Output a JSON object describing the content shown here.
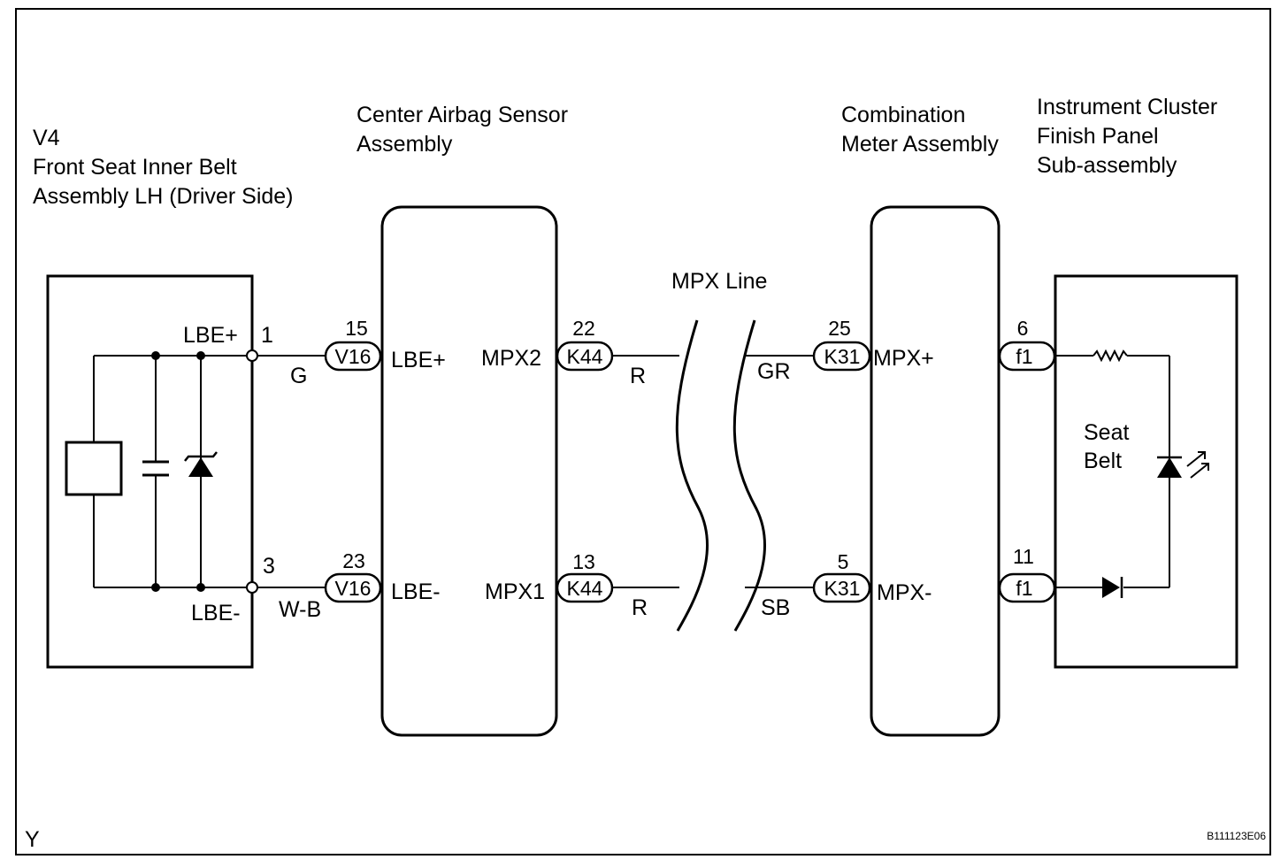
{
  "diagram_id": "B111123E06",
  "corner_mark": "Y",
  "components": {
    "seat_belt_assy": {
      "title": [
        "V4",
        "Front Seat Inner Belt",
        "Assembly LH (Driver Side)"
      ]
    },
    "airbag_sensor": {
      "title": [
        "Center Airbag Sensor",
        "Assembly"
      ]
    },
    "combo_meter": {
      "title": [
        "Combination",
        "Meter Assembly"
      ]
    },
    "finish_panel": {
      "title": [
        "Instrument Cluster",
        "Finish Panel",
        "Sub-assembly"
      ]
    }
  },
  "seat_belt_terminals": {
    "top": "LBE+",
    "top_pin": "1",
    "bottom": "LBE-",
    "bottom_pin": "3"
  },
  "mpx_line_label": "MPX Line",
  "connectors": {
    "v16_top": {
      "id": "V16",
      "pin": "15"
    },
    "v16_bottom": {
      "id": "V16",
      "pin": "23"
    },
    "k44_top": {
      "id": "K44",
      "pin": "22"
    },
    "k44_bottom": {
      "id": "K44",
      "pin": "13"
    },
    "k31_top": {
      "id": "K31",
      "pin": "25"
    },
    "k31_bottom": {
      "id": "K31",
      "pin": "5"
    },
    "f1_top": {
      "id": "f1",
      "pin": "6"
    },
    "f1_bottom": {
      "id": "f1",
      "pin": "11"
    }
  },
  "terminals": {
    "airbag_left_top": "LBE+",
    "airbag_left_bottom": "LBE-",
    "airbag_right_top": "MPX2",
    "airbag_right_bottom": "MPX1",
    "meter_top": "MPX+",
    "meter_bottom": "MPX-"
  },
  "wires": {
    "g": "G",
    "wb": "W-B",
    "r_top": "R",
    "r_bottom": "R",
    "gr": "GR",
    "sb": "SB"
  },
  "indicator": [
    "Seat",
    "Belt"
  ]
}
